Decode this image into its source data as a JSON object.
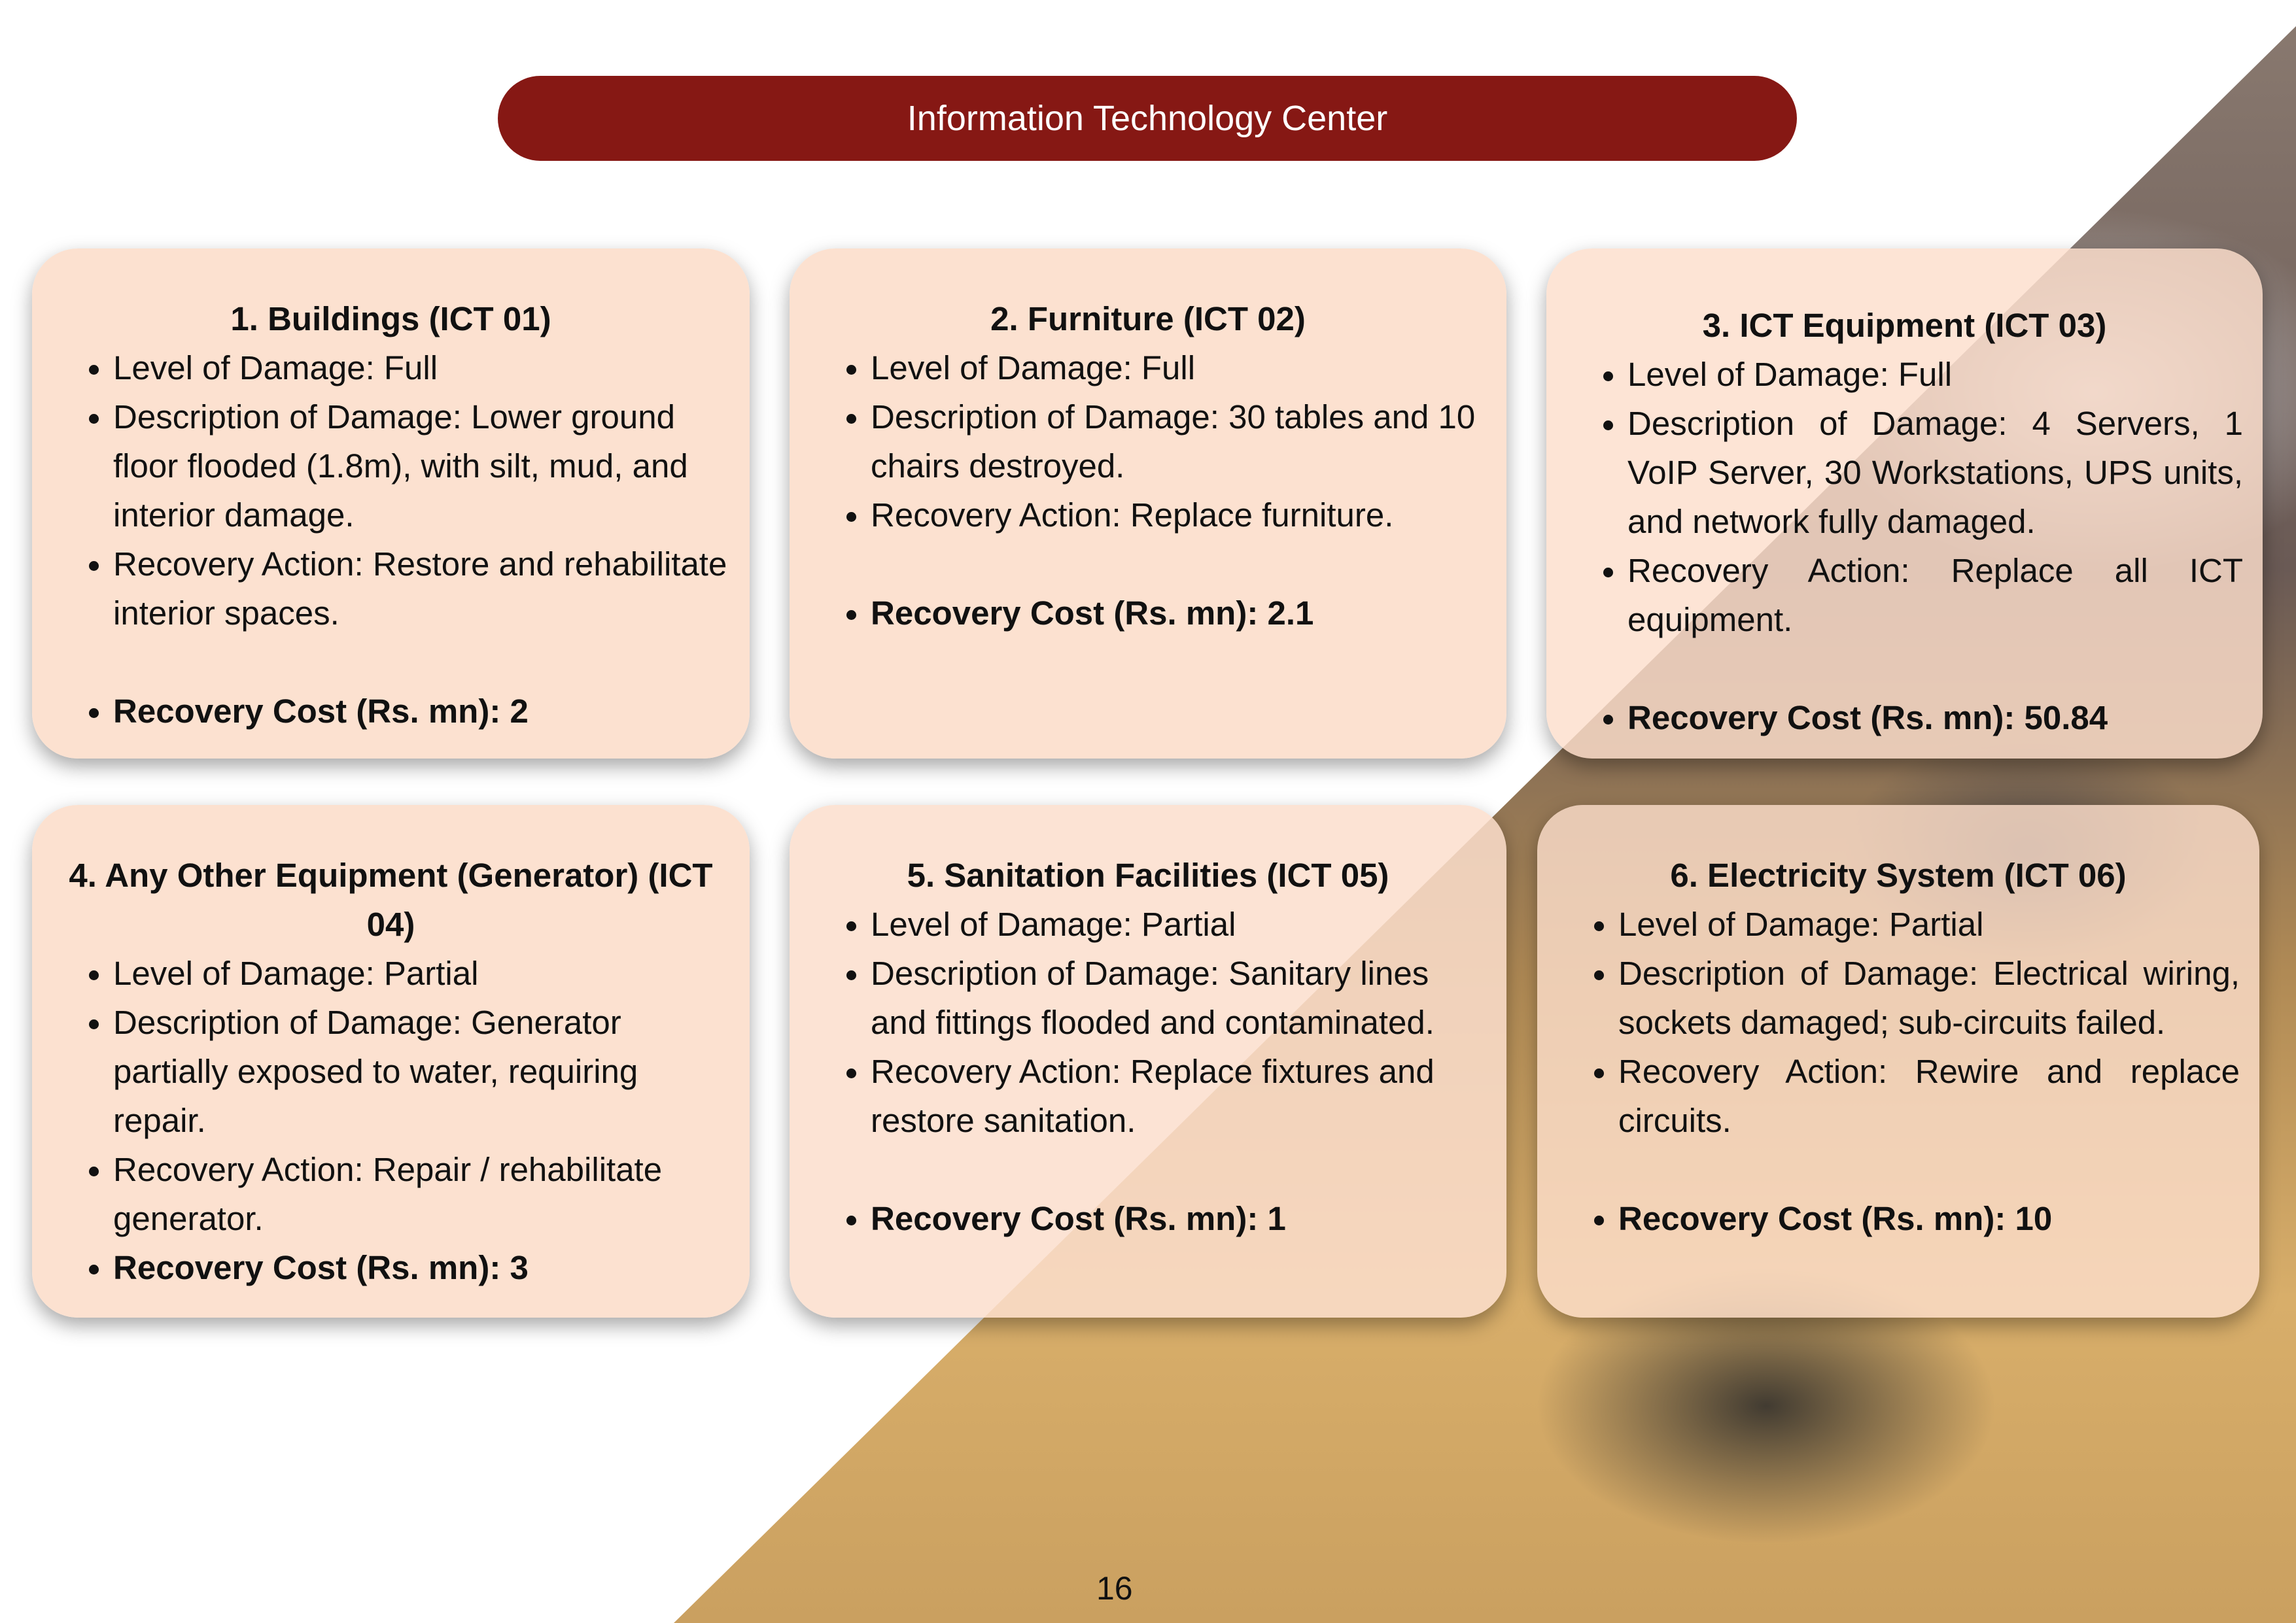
{
  "header": {
    "title": "Information Technology Center"
  },
  "cards": [
    {
      "title": "1. Buildings (ICT 01)",
      "level": "Level of Damage: Full",
      "description": "Description of Damage: Lower ground floor flooded (1.8m), with silt, mud, and interior damage.",
      "action": "Recovery Action: Restore and rehabilitate interior spaces.",
      "cost": "Recovery Cost (Rs. mn): 2"
    },
    {
      "title": "2. Furniture (ICT 02)",
      "level": "Level of Damage: Full",
      "description": "Description of Damage: 30 tables and 10 chairs destroyed.",
      "action": "Recovery Action: Replace furniture.",
      "cost": "Recovery Cost (Rs. mn): 2.1"
    },
    {
      "title": "3. ICT Equipment (ICT 03)",
      "level": "Level of Damage: Full",
      "description": "Description of Damage: 4 Servers, 1 VoIP Server, 30 Workstations, UPS units, and network fully damaged.",
      "action": "Recovery Action: Replace all ICT equipment.",
      "cost": "Recovery Cost (Rs. mn): 50.84"
    },
    {
      "title": "4. Any Other Equipment (Generator) (ICT 04)",
      "level": "Level of Damage: Partial",
      "description": "Description of Damage: Generator partially exposed to water, requiring repair.",
      "action": "Recovery Action: Repair / rehabilitate generator.",
      "cost": "Recovery Cost (Rs. mn): 3"
    },
    {
      "title": "5. Sanitation Facilities (ICT 05)",
      "level": "Level of Damage: Partial",
      "description": "Description of Damage: Sanitary lines and fittings flooded and contaminated.",
      "action": "Recovery Action: Replace fixtures and restore sanitation.",
      "cost": "Recovery Cost (Rs. mn): 1"
    },
    {
      "title": "6. Electricity System (ICT 06)",
      "level": "Level of Damage: Partial",
      "description": "Description of Damage: Electrical wiring, sockets damaged; sub-circuits failed.",
      "action": "Recovery Action: Rewire and replace circuits.",
      "cost": "Recovery Cost (Rs. mn): 10"
    }
  ],
  "page_number": "16"
}
